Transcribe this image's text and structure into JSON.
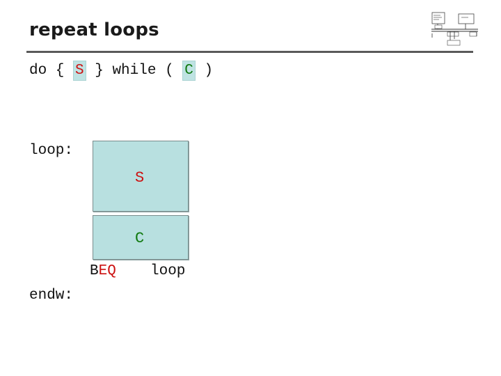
{
  "slide": {
    "title": "repeat loops"
  },
  "syntax": {
    "prefix": "do {",
    "body_placeholder": "S",
    "middle": "} while (",
    "condition_placeholder": "C",
    "suffix": ")"
  },
  "diagram": {
    "loop_label": "loop:",
    "body_block_label": "S",
    "condition_block_label": "C",
    "branch_instruction_b": "B",
    "branch_instruction_eq": "EQ",
    "branch_target": "loop",
    "end_label": "endw:"
  },
  "colors": {
    "body_text": "#cc1111",
    "condition_text": "#117a11",
    "block_fill": "#b8e0e0",
    "title_rule": "#5a5a5a"
  },
  "icons": {
    "logo": "computer-architecture-diagram-icon"
  }
}
